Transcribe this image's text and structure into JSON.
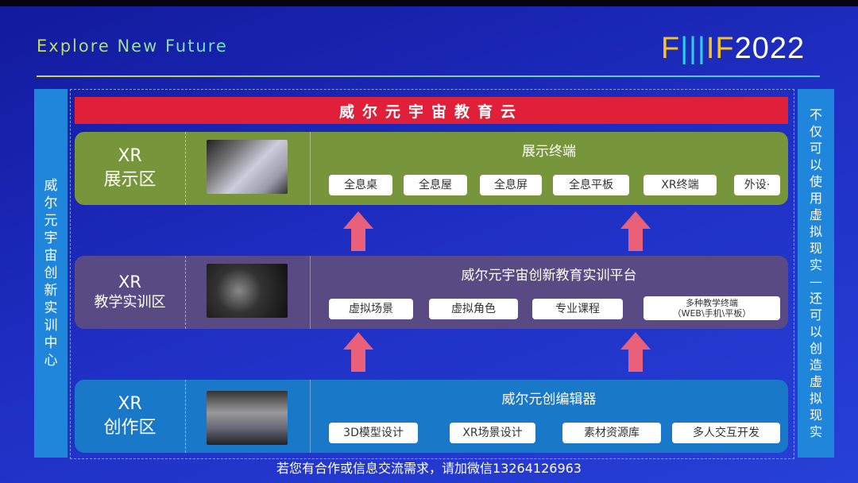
{
  "header": {
    "title": "Explore New Future",
    "logo": {
      "f1": "F",
      "bars": "|||",
      "i": "I",
      "f2": "F",
      "year": "2022"
    }
  },
  "left_label": [
    "威",
    "尔",
    "元",
    "宇",
    "宙",
    "创",
    "新",
    "实",
    "训",
    "中",
    "心"
  ],
  "right_label": [
    "不",
    "仅",
    "可",
    "以",
    "使",
    "用",
    "虚",
    "拟",
    "现",
    "实",
    "—",
    "还",
    "可",
    "以",
    "创",
    "造",
    "虚",
    "拟",
    "现",
    "实"
  ],
  "cloud": "威尔元宇宙教育云",
  "sections": [
    {
      "label1": "XR",
      "label2": "展示区",
      "title": "展示终端",
      "chips": [
        "全息桌",
        "全息屋",
        "全息屏",
        "全息平板",
        "XR终端",
        "外设·"
      ]
    },
    {
      "label1": "XR",
      "label2": "教学实训区",
      "title": "威尔元宇宙创新教育实训平台",
      "chips": [
        "虚拟场景",
        "虚拟角色",
        "专业课程",
        "多种教学终端",
        "（WEB\\手机\\平板）"
      ]
    },
    {
      "label1": "XR",
      "label2": "创作区",
      "title": "威尔元创编辑器",
      "chips": [
        "3D模型设计",
        "XR场景设计",
        "素材资源库",
        "多人交互开发"
      ]
    }
  ],
  "footer": "若您有合作或信息交流需求，请加微信13264126963",
  "colors": {
    "red": "#df2038",
    "green": "#77953a",
    "purple": "#5a4a84",
    "blue": "#1a78c8",
    "arrow": "#e8607a"
  }
}
